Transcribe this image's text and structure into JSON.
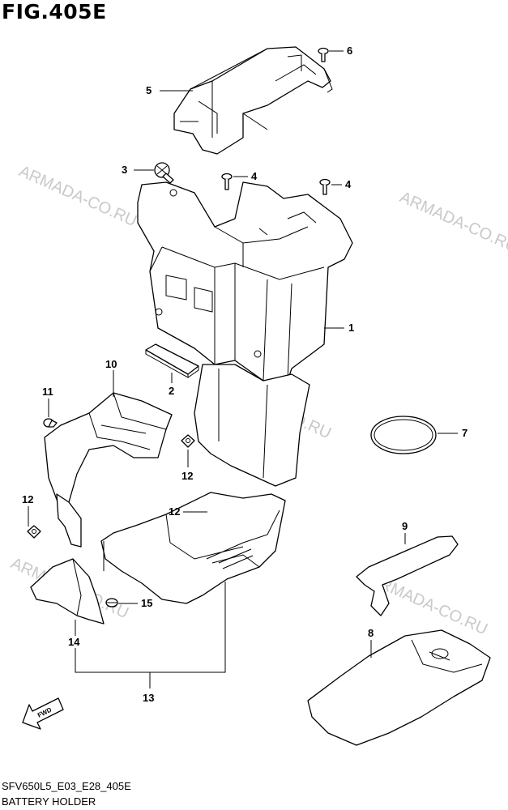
{
  "figure": {
    "title": "FIG.405E",
    "model_code": "SFV650L5_E03_E28_405E",
    "name": "BATTERY HOLDER"
  },
  "watermark": "ARMADA-CO.RU",
  "fwd_label": "FWD",
  "callouts": [
    "1",
    "2",
    "3",
    "4",
    "4",
    "5",
    "6",
    "7",
    "8",
    "9",
    "10",
    "11",
    "12",
    "12",
    "12",
    "13",
    "14",
    "15"
  ]
}
